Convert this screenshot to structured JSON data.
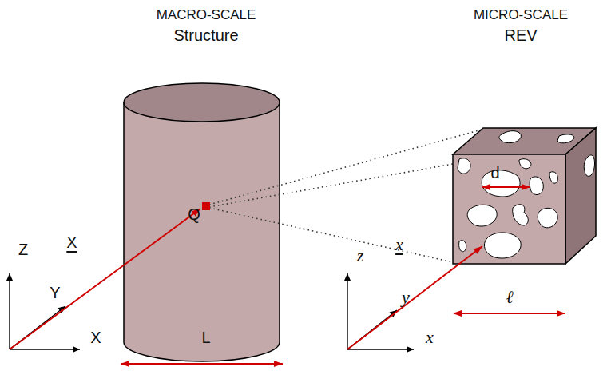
{
  "diagram": {
    "labels": [
      "MACRO-SCALE",
      "Structure",
      "Q",
      "X",
      "Z",
      "Y",
      "X",
      "L",
      "MICRO-SCALE",
      "REV",
      "d",
      "x",
      "z",
      "y",
      "x",
      "ℓ"
    ]
  }
}
